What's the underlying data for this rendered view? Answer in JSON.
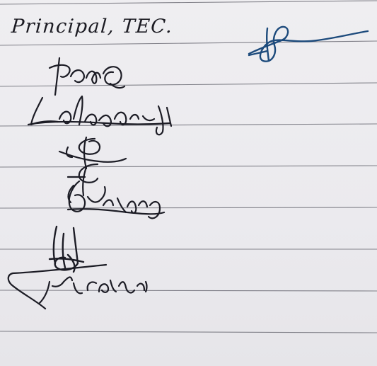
{
  "document": {
    "heading": "Principal, TEC.",
    "ink_colors": {
      "black": "#1c1c25",
      "blue": "#1d4b7c",
      "paper": "#ecebee",
      "ruling": "#6f6f78"
    },
    "signatures": [
      {
        "ink": "blue"
      },
      {
        "ink": "black"
      },
      {
        "ink": "black"
      },
      {
        "ink": "black"
      },
      {
        "ink": "black"
      },
      {
        "ink": "black"
      },
      {
        "ink": "black"
      },
      {
        "ink": "black"
      }
    ]
  }
}
